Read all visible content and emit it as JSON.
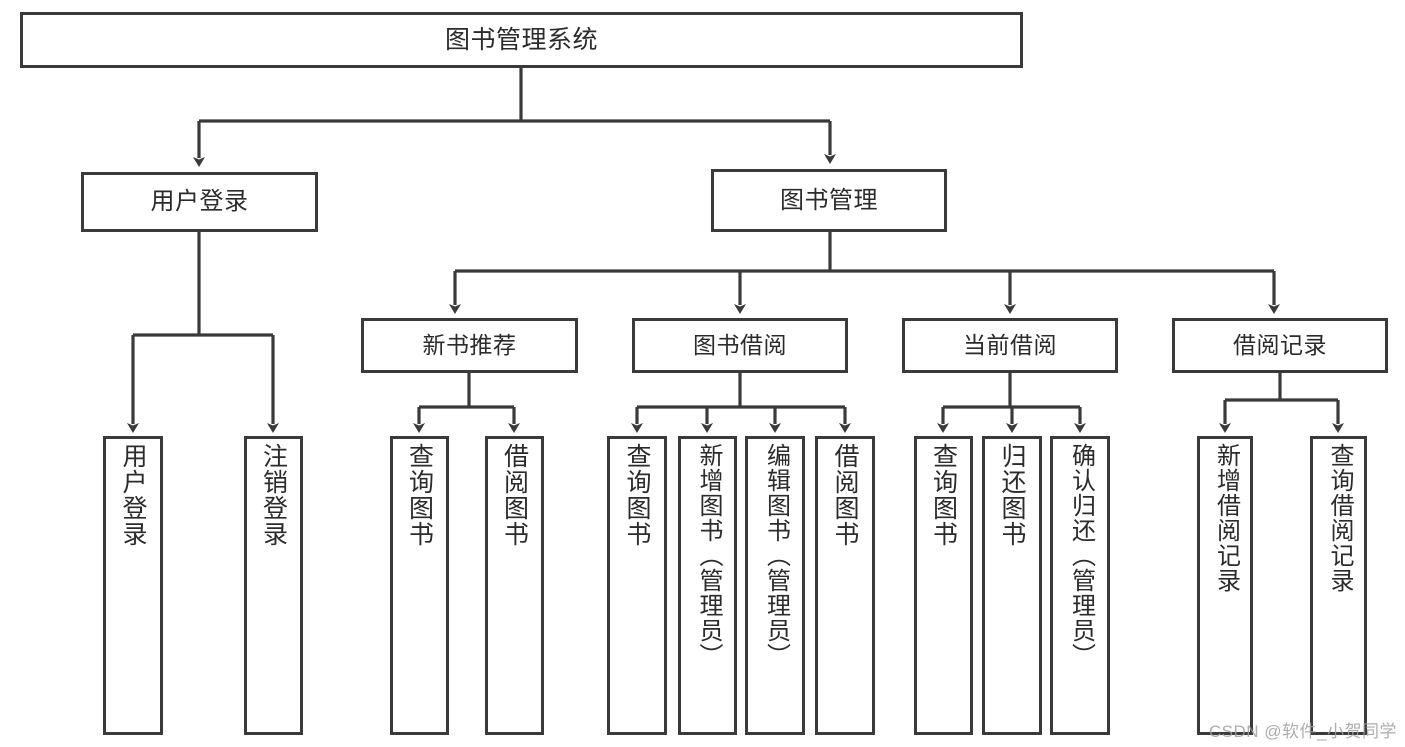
{
  "diagram": {
    "title": "图书管理系统",
    "type": "hierarchy-tree",
    "watermark": "CSDN @软件_小贺同学",
    "colors": {
      "background": "#ffffff",
      "node_border": "#3a3a3a",
      "node_fill": "#ffffff",
      "edge": "#3a3a3a",
      "text": "#2b2b2b",
      "watermark": "#9f9f9f"
    },
    "nodes": {
      "root": {
        "label": "图书管理系统"
      },
      "level2": [
        {
          "id": "user-login",
          "label": "用户登录"
        },
        {
          "id": "book-manage",
          "label": "图书管理"
        }
      ],
      "level3": [
        {
          "id": "new-book-recommend",
          "label": "新书推荐"
        },
        {
          "id": "book-borrow",
          "label": "图书借阅"
        },
        {
          "id": "current-borrow",
          "label": "当前借阅"
        },
        {
          "id": "borrow-record",
          "label": "借阅记录"
        }
      ],
      "leaves": {
        "user-login": [
          {
            "id": "leaf-user-login",
            "label": "用户登录"
          },
          {
            "id": "leaf-user-logout",
            "label": "注销登录"
          }
        ],
        "new-book-recommend": [
          {
            "id": "leaf-query-book-1",
            "label": "查询图书"
          },
          {
            "id": "leaf-borrow-book-1",
            "label": "借阅图书"
          }
        ],
        "book-borrow": [
          {
            "id": "leaf-query-book-2",
            "label": "查询图书"
          },
          {
            "id": "leaf-add-book",
            "label": "新增图书（管理员）"
          },
          {
            "id": "leaf-edit-book",
            "label": "编辑图书（管理员）"
          },
          {
            "id": "leaf-borrow-book-2",
            "label": "借阅图书"
          }
        ],
        "current-borrow": [
          {
            "id": "leaf-query-book-3",
            "label": "查询图书"
          },
          {
            "id": "leaf-return-book",
            "label": "归还图书"
          },
          {
            "id": "leaf-confirm-return",
            "label": "确认归还（管理员）"
          }
        ],
        "borrow-record": [
          {
            "id": "leaf-add-record",
            "label": "新增借阅记录"
          },
          {
            "id": "leaf-query-record",
            "label": "查询借阅记录"
          }
        ]
      }
    }
  }
}
